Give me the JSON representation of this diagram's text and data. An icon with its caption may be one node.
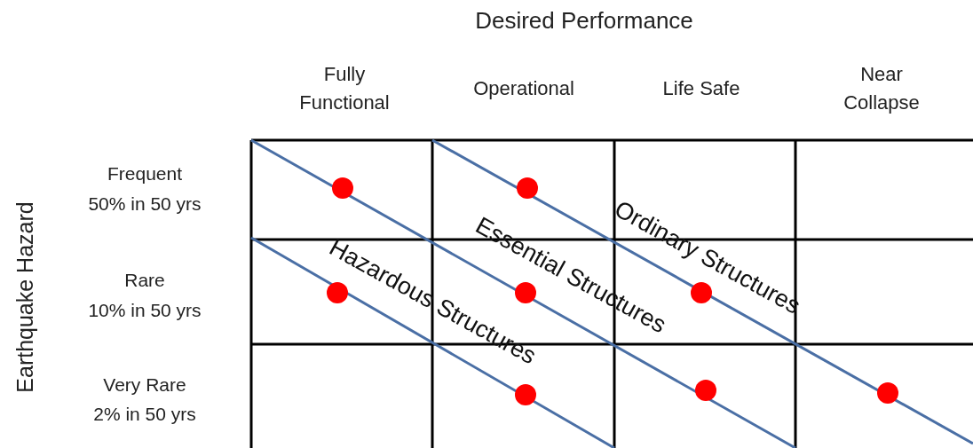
{
  "diagram": {
    "title": "Desired Performance",
    "labels": [
      "Fully Functional",
      "Operational",
      "Life Safe",
      "Near Collapse",
      "Earthquake Hazard",
      "Frequent",
      "50% in 50 yrs",
      "Rare",
      "10% in 50 yrs",
      "Very Rare",
      "2% in 50 yrs",
      "Hazardous Structures",
      "Essential Structures",
      "Ordinary Structures"
    ]
  }
}
